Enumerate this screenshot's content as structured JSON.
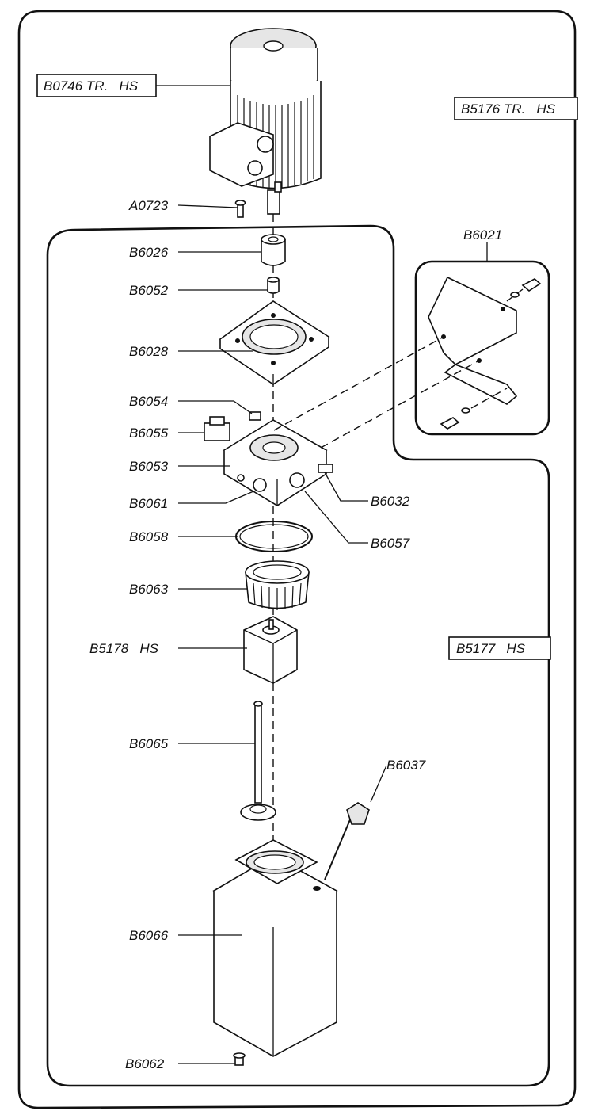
{
  "boxed_labels": {
    "motor": "B0746 TR.   HS",
    "unit": "B5176 TR.   HS",
    "pump": "B5177   HS"
  },
  "parts": {
    "a0723": "A0723",
    "b6026": "B6026",
    "b6052": "B6052",
    "b6028": "B6028",
    "b6054": "B6054",
    "b6055": "B6055",
    "b6053": "B6053",
    "b6061": "B6061",
    "b6058": "B6058",
    "b6063": "B6063",
    "b5178": "B5178   HS",
    "b6065": "B6065",
    "b6066": "B6066",
    "b6062": "B6062",
    "b6021": "B6021",
    "b6032": "B6032",
    "b6057": "B6057",
    "b6037": "B6037"
  }
}
